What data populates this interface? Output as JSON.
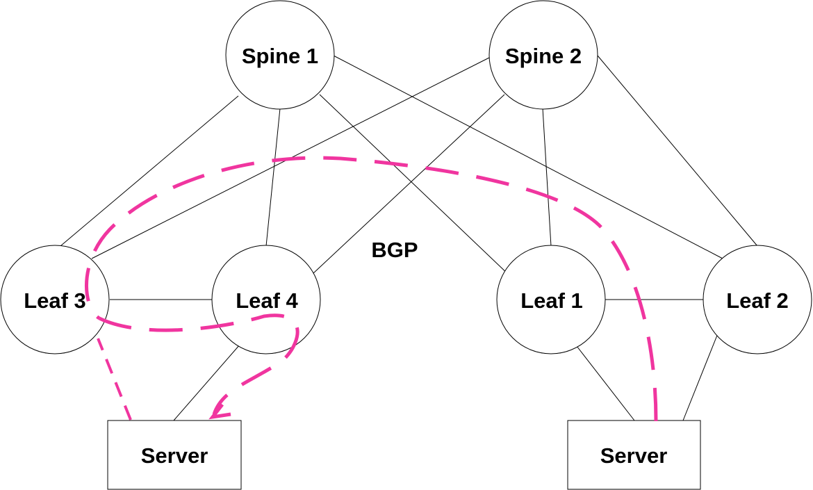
{
  "nodes": {
    "spine1": {
      "label": "Spine 1"
    },
    "spine2": {
      "label": "Spine 2"
    },
    "leaf1": {
      "label": "Leaf 1"
    },
    "leaf2": {
      "label": "Leaf 2"
    },
    "leaf3": {
      "label": "Leaf 3"
    },
    "leaf4": {
      "label": "Leaf 4"
    },
    "server_left": {
      "label": "Server"
    },
    "server_right": {
      "label": "Server"
    }
  },
  "protocol_label": "BGP",
  "colors": {
    "line": "#000000",
    "path": "#f0359f"
  }
}
